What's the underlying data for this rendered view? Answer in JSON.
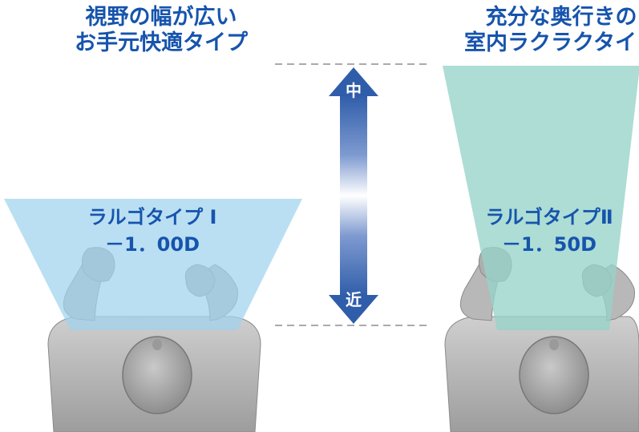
{
  "left": {
    "title_line1": "視野の幅が広い",
    "title_line2": "お手元快適タイプ",
    "lens_name": "ラルゴタイプ Ⅰ",
    "lens_power": "－1．00D",
    "fov_color": "#9fd3ee"
  },
  "right": {
    "title_line1": "充分な奥行きの",
    "title_line2": "室内ラクラクタイプ",
    "lens_name": "ラルゴタイプⅡ",
    "lens_power": "－1．50D",
    "fov_color": "#96d4c8"
  },
  "scale": {
    "top_label": "中",
    "bottom_label": "近",
    "arrow_color": "#2e5fae"
  },
  "colors": {
    "title": "#1654ad",
    "figure": "#b4b4b4"
  }
}
